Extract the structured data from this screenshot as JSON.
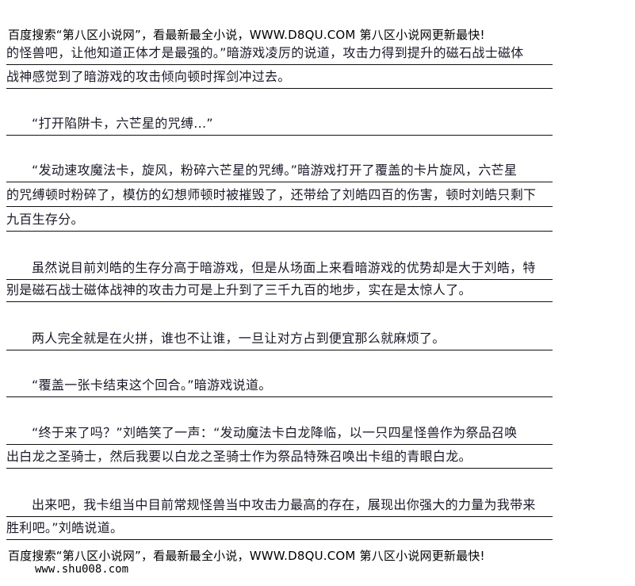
{
  "header_banner": "百度搜索“第八区小说网”，看最新最全小说，WWW.D8QU.COM  第八区小说网更新最快!",
  "lines": [
    "的怪兽吧，让他知道正体才是最强的。”暗游戏凌厉的说道，攻击力得到提升的磁石战士磁体",
    "战神感觉到了暗游戏的攻击倾向顿时挥剑冲过去。",
    "“打开陷阱卡，六芒星的咒缚...”",
    "“发动速攻魔法卡，旋风，粉碎六芒星的咒缚。”暗游戏打开了覆盖的卡片旋风，六芒星",
    "的咒缚顿时粉碎了，模仿的幻想师顿时被摧毁了，还带给了刘皓四百的伤害，顿时刘皓只剩下",
    "九百生存分。",
    "虽然说目前刘皓的生存分高于暗游戏，但是从场面上来看暗游戏的优势却是大于刘皓，特",
    "别是磁石战士磁体战神的攻击力可是上升到了三千九百的地步，实在是太惊人了。",
    "两人完全就是在火拼，谁也不让谁，一旦让对方占到便宜那么就麻烦了。",
    "“覆盖一张卡结束这个回合。”暗游戏说道。",
    "“终于来了吗？”刘皓笑了一声：“发动魔法卡白龙降临，以一只四星怪兽作为祭品召唤",
    "出白龙之圣骑士，然后我要以白龙之圣骑士作为祭品特殊召唤出卡组的青眼白龙。",
    "出来吧，我卡组当中目前常规怪兽当中攻击力最高的存在，展现出你强大的力量为我带来",
    "胜利吧。”刘皓说道。"
  ],
  "footer_banner": "百度搜索“第八区小说网”，看最新最全小说，WWW.D8QU.COM  第八区小说网更新最快!",
  "footer_url": "www.shu008.com"
}
